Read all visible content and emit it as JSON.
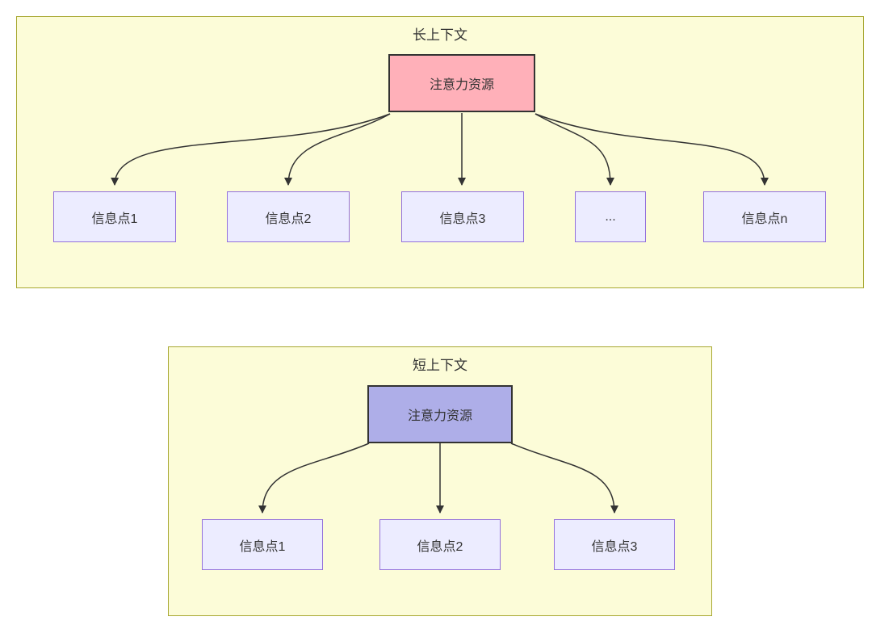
{
  "long_context": {
    "title": "长上下文",
    "attention_label": "注意力资源",
    "attention_fill": "#ffb0b9",
    "points": [
      "信息点1",
      "信息点2",
      "信息点3",
      "...",
      "信息点n"
    ]
  },
  "short_context": {
    "title": "短上下文",
    "attention_label": "注意力资源",
    "attention_fill": "#aeaee8",
    "points": [
      "信息点1",
      "信息点2",
      "信息点3"
    ]
  },
  "colors": {
    "container_fill": "#fcfcd8",
    "container_border": "#a8a832",
    "info_node_fill": "#ececff",
    "info_node_border": "#9370db",
    "attention_border": "#333333",
    "arrow": "#333333",
    "text": "#333333",
    "page_background": "#ffffff"
  }
}
